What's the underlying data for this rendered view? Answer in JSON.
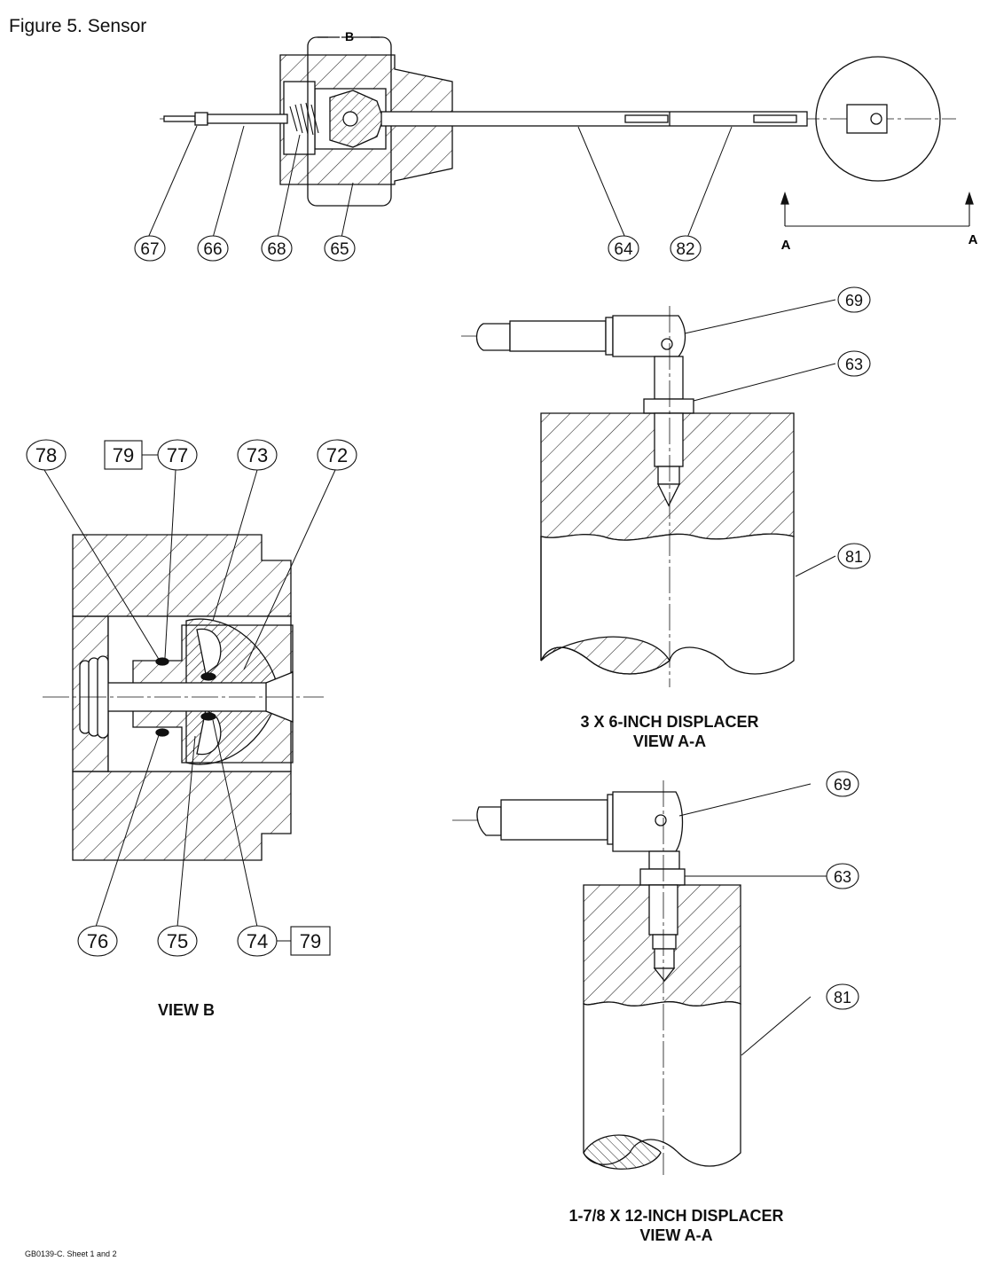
{
  "title": "Figure 5. Sensor",
  "footer": "GB0139-C. Sheet 1 and 2",
  "main_view": {
    "detail_label": "B",
    "section_label_left": "A",
    "section_label_right": "A",
    "callouts": [
      "67",
      "66",
      "68",
      "65",
      "64",
      "82"
    ]
  },
  "view_b": {
    "caption": "VIEW B",
    "top_callouts": [
      "78",
      "79",
      "77",
      "73",
      "72"
    ],
    "bottom_callouts": [
      "76",
      "75",
      "74",
      "79"
    ]
  },
  "view_3x6": {
    "caption_line1": "3 X 6-INCH DISPLACER",
    "caption_line2": "VIEW A-A",
    "callouts": [
      "69",
      "63",
      "81"
    ]
  },
  "view_178x12": {
    "caption_line1": "1-7/8 X 12-INCH DISPLACER",
    "caption_line2": "VIEW A-A",
    "callouts": [
      "69",
      "63",
      "81"
    ]
  }
}
